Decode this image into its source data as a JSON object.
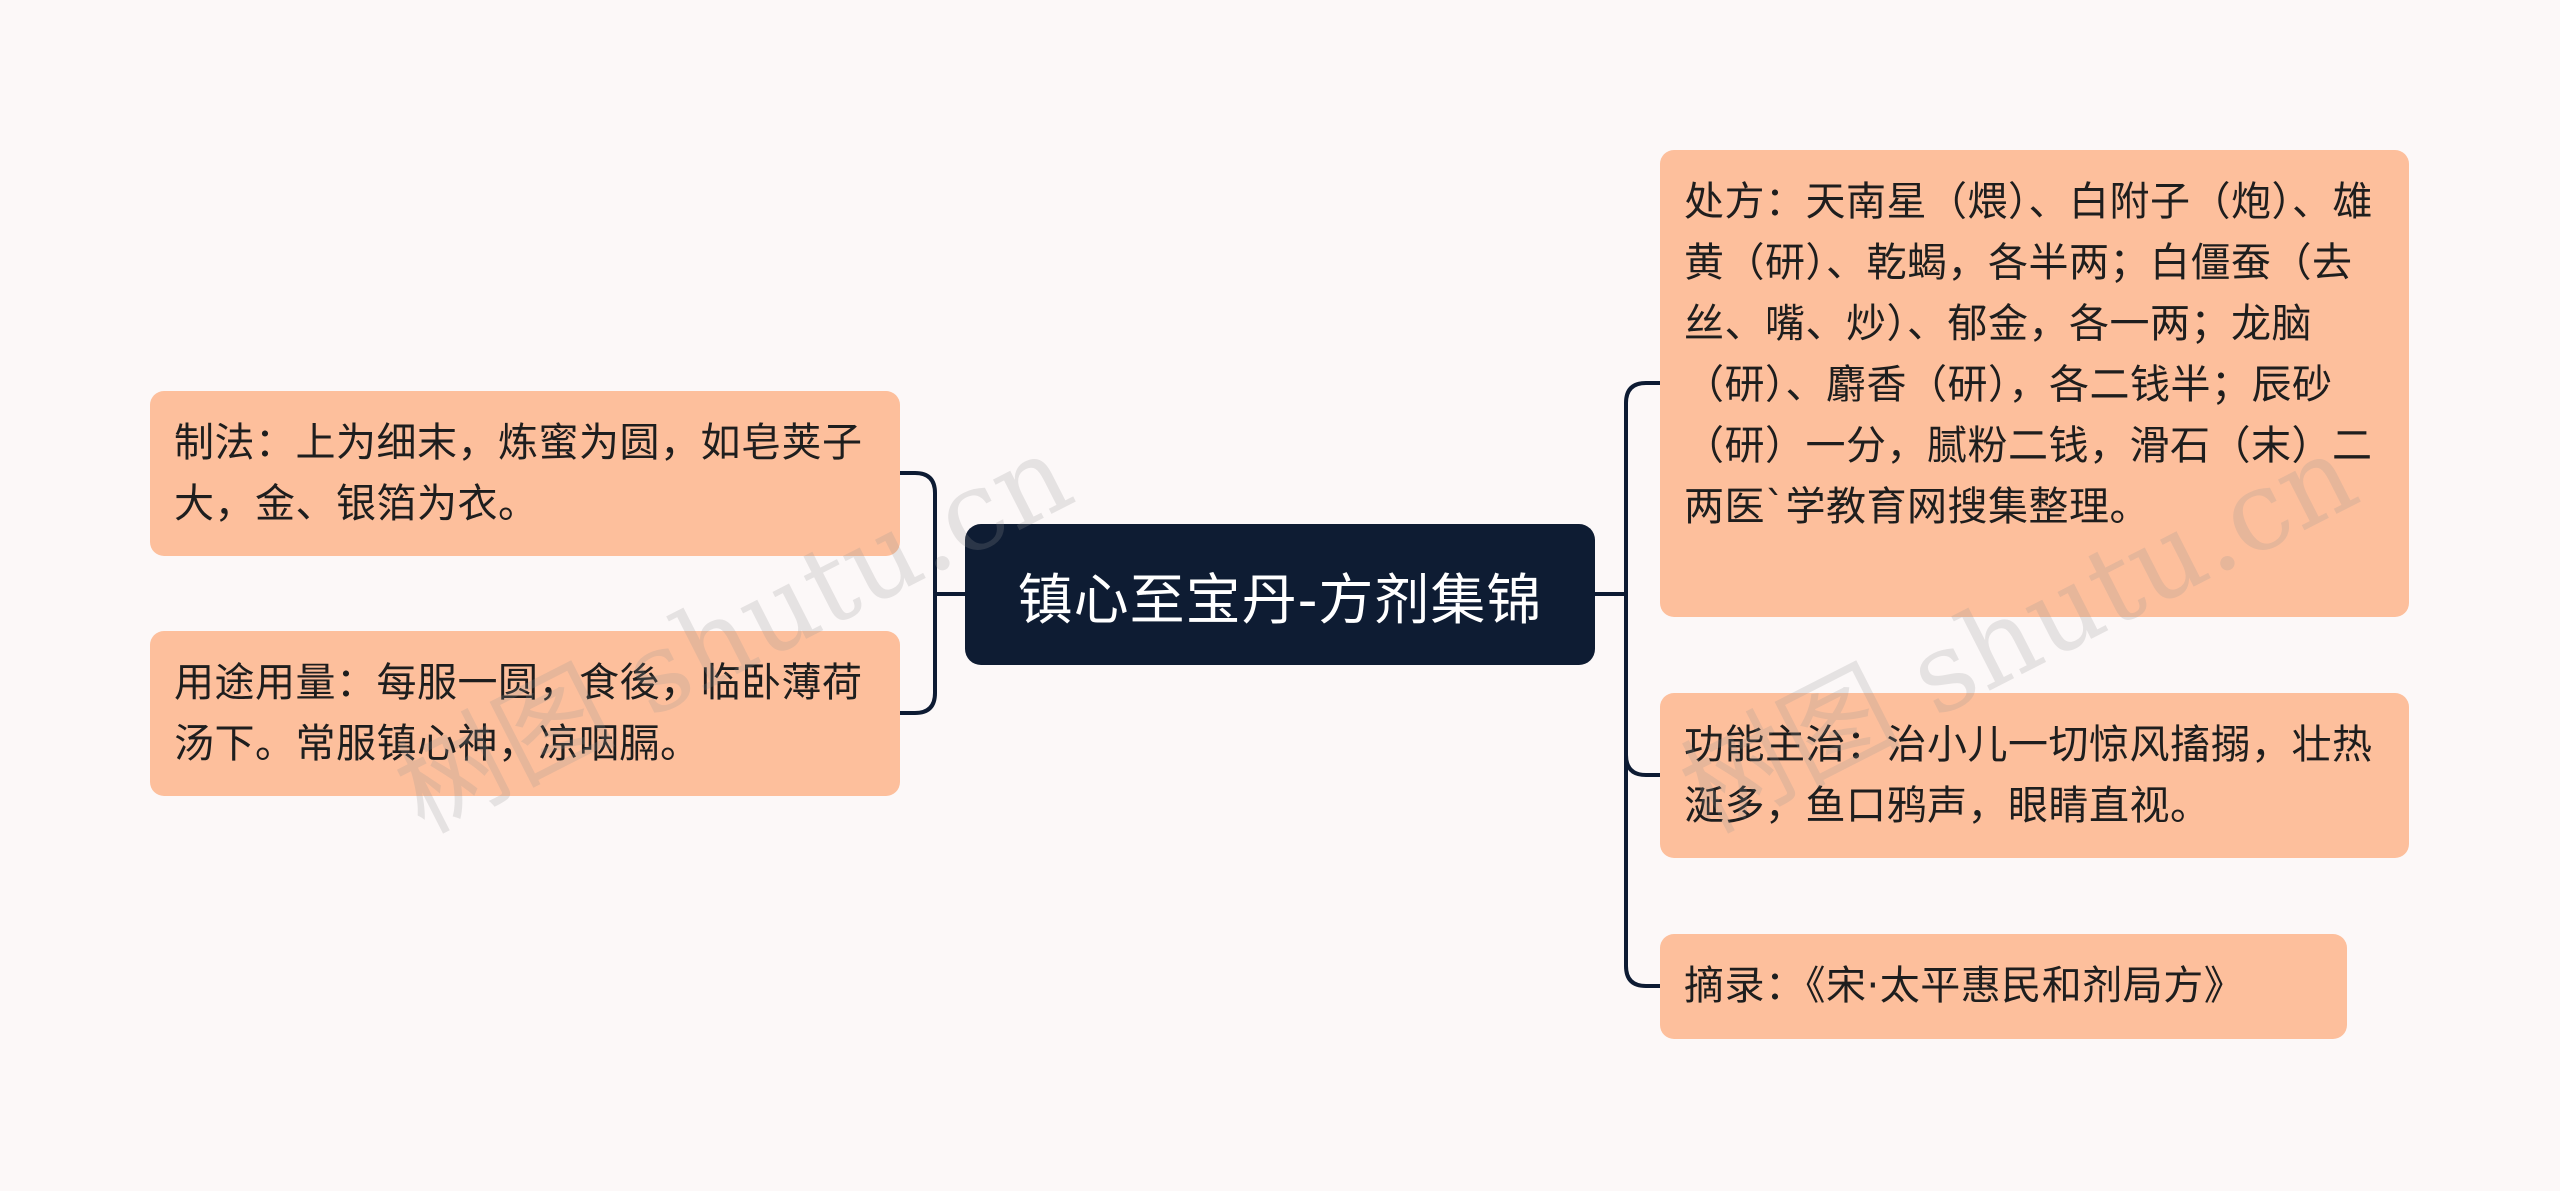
{
  "root": {
    "title": "镇心至宝丹-方剂集锦"
  },
  "left_branches": [
    {
      "text": "制法：上为细末，炼蜜为圆，如皂荚子大，金、银箔为衣。"
    },
    {
      "text": "用途用量：每服一圆，食後，临卧薄荷汤下。常服镇心神，凉咽膈。"
    }
  ],
  "right_branches": [
    {
      "text": "处方：天南星（煨）、白附子（炮）、雄黄（研）、乾蝎，各半两；白僵蚕（去丝、嘴、炒）、郁金，各一两；龙脑（研）、麝香（研），各二钱半；辰砂（研）一分，腻粉二钱，滑石（末）二两医`学教育网搜集整理。"
    },
    {
      "text": "功能主治：治小儿一切惊风搐搦，壮热涎多，鱼口鸦声，眼睛直视。"
    },
    {
      "text": "摘录：《宋·太平惠民和剂局方》"
    }
  ],
  "watermarks": [
    {
      "text": "树图 shutu.cn"
    },
    {
      "text": "树图 shutu.cn"
    }
  ],
  "colors": {
    "background": "#fcf8f8",
    "root_fill": "#0e1c33",
    "root_text": "#ffffff",
    "branch_fill": "#fdbf9c",
    "branch_text": "#1e1e1e",
    "connector": "#0d1b33"
  }
}
